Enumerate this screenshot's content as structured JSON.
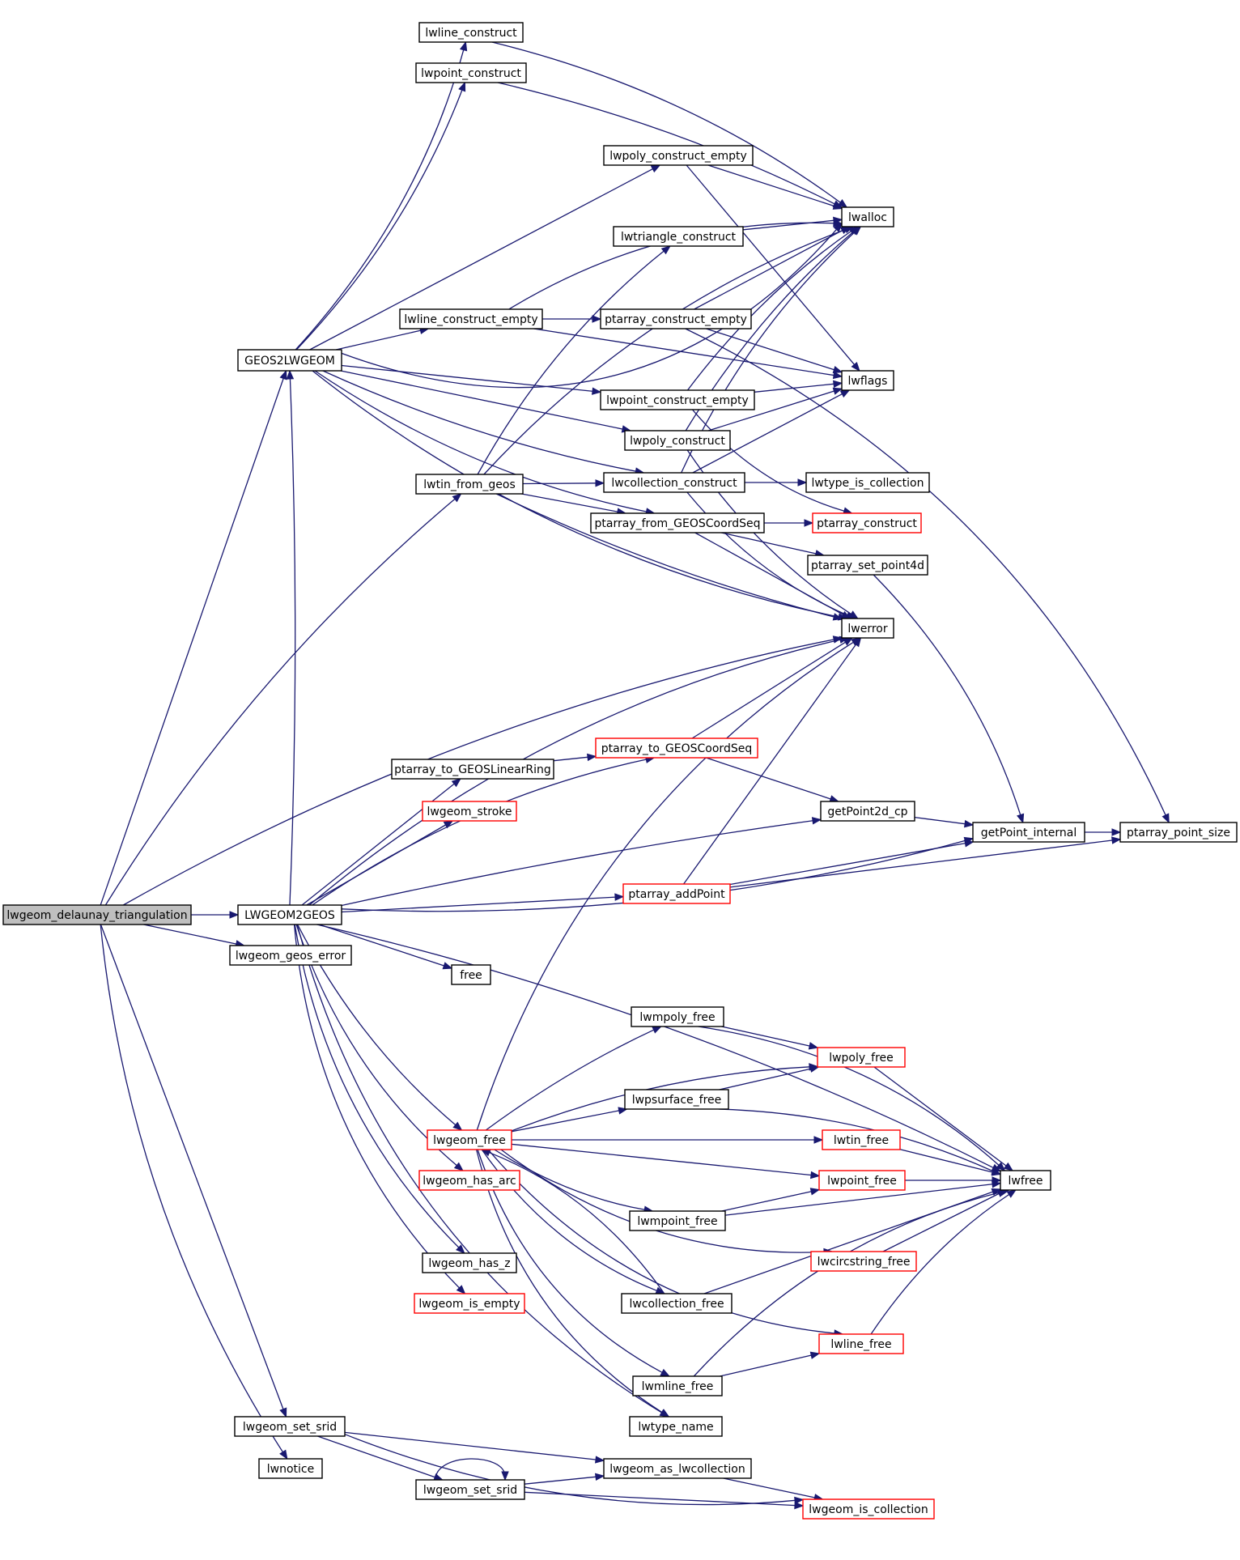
{
  "nodes": [
    {
      "id": "lwgeom_delaunay_triangulation",
      "label": "lwgeom_delaunay_triangulation",
      "root": true
    },
    {
      "id": "GEOS2LWGEOM",
      "label": "GEOS2LWGEOM"
    },
    {
      "id": "LWGEOM2GEOS",
      "label": "LWGEOM2GEOS"
    },
    {
      "id": "lwgeom_geos_error",
      "label": "lwgeom_geos_error"
    },
    {
      "id": "lwgeom_set_srid_a",
      "label": "lwgeom_set_srid"
    },
    {
      "id": "lwnotice",
      "label": "lwnotice"
    },
    {
      "id": "lwtin_from_geos",
      "label": "lwtin_from_geos"
    },
    {
      "id": "lwline_construct",
      "label": "lwline_construct"
    },
    {
      "id": "lwpoint_construct",
      "label": "lwpoint_construct"
    },
    {
      "id": "lwpoly_construct_empty",
      "label": "lwpoly_construct_empty"
    },
    {
      "id": "lwtriangle_construct",
      "label": "lwtriangle_construct"
    },
    {
      "id": "lwline_construct_empty",
      "label": "lwline_construct_empty"
    },
    {
      "id": "ptarray_construct_empty",
      "label": "ptarray_construct_empty"
    },
    {
      "id": "lwpoint_construct_empty",
      "label": "lwpoint_construct_empty"
    },
    {
      "id": "lwpoly_construct",
      "label": "lwpoly_construct"
    },
    {
      "id": "lwcollection_construct",
      "label": "lwcollection_construct"
    },
    {
      "id": "ptarray_from_GEOSCoordSeq",
      "label": "ptarray_from_GEOSCoordSeq"
    },
    {
      "id": "lwalloc",
      "label": "lwalloc"
    },
    {
      "id": "lwflags",
      "label": "lwflags"
    },
    {
      "id": "lwtype_is_collection",
      "label": "lwtype_is_collection"
    },
    {
      "id": "ptarray_construct",
      "label": "ptarray_construct",
      "red": true
    },
    {
      "id": "ptarray_set_point4d",
      "label": "ptarray_set_point4d"
    },
    {
      "id": "lwerror",
      "label": "lwerror"
    },
    {
      "id": "ptarray_to_GEOSCoordSeq",
      "label": "ptarray_to_GEOSCoordSeq",
      "red": true
    },
    {
      "id": "ptarray_to_GEOSLinearRing",
      "label": "ptarray_to_GEOSLinearRing"
    },
    {
      "id": "lwgeom_stroke",
      "label": "lwgeom_stroke",
      "red": true
    },
    {
      "id": "getPoint2d_cp",
      "label": "getPoint2d_cp"
    },
    {
      "id": "getPoint_internal",
      "label": "getPoint_internal"
    },
    {
      "id": "ptarray_point_size",
      "label": "ptarray_point_size"
    },
    {
      "id": "ptarray_addPoint",
      "label": "ptarray_addPoint",
      "red": true
    },
    {
      "id": "free",
      "label": "free"
    },
    {
      "id": "lwmpoly_free",
      "label": "lwmpoly_free"
    },
    {
      "id": "lwpoly_free",
      "label": "lwpoly_free",
      "red": true
    },
    {
      "id": "lwpsurface_free",
      "label": "lwpsurface_free"
    },
    {
      "id": "lwgeom_free",
      "label": "lwgeom_free",
      "red": true
    },
    {
      "id": "lwtin_free",
      "label": "lwtin_free",
      "red": true
    },
    {
      "id": "lwfree",
      "label": "lwfree"
    },
    {
      "id": "lwpoint_free",
      "label": "lwpoint_free",
      "red": true
    },
    {
      "id": "lwgeom_has_arc",
      "label": "lwgeom_has_arc",
      "red": true
    },
    {
      "id": "lwmpoint_free",
      "label": "lwmpoint_free"
    },
    {
      "id": "lwcircstring_free",
      "label": "lwcircstring_free",
      "red": true
    },
    {
      "id": "lwgeom_has_z",
      "label": "lwgeom_has_z"
    },
    {
      "id": "lwcollection_free",
      "label": "lwcollection_free"
    },
    {
      "id": "lwgeom_is_empty",
      "label": "lwgeom_is_empty",
      "red": true
    },
    {
      "id": "lwline_free",
      "label": "lwline_free",
      "red": true
    },
    {
      "id": "lwmline_free",
      "label": "lwmline_free"
    },
    {
      "id": "lwtype_name",
      "label": "lwtype_name"
    },
    {
      "id": "lwgeom_as_lwcollection",
      "label": "lwgeom_as_lwcollection"
    },
    {
      "id": "lwgeom_set_srid_b",
      "label": "lwgeom_set_srid"
    },
    {
      "id": "lwgeom_is_collection",
      "label": "lwgeom_is_collection",
      "red": true
    }
  ],
  "edges": [
    [
      "lwgeom_delaunay_triangulation",
      "GEOS2LWGEOM"
    ],
    [
      "lwgeom_delaunay_triangulation",
      "LWGEOM2GEOS"
    ],
    [
      "lwgeom_delaunay_triangulation",
      "lwgeom_geos_error"
    ],
    [
      "lwgeom_delaunay_triangulation",
      "lwgeom_set_srid_a"
    ],
    [
      "lwgeom_delaunay_triangulation",
      "lwnotice"
    ],
    [
      "lwgeom_delaunay_triangulation",
      "lwtin_from_geos"
    ],
    [
      "lwgeom_delaunay_triangulation",
      "lwerror"
    ],
    [
      "GEOS2LWGEOM",
      "lwline_construct"
    ],
    [
      "GEOS2LWGEOM",
      "lwpoint_construct"
    ],
    [
      "GEOS2LWGEOM",
      "lwalloc"
    ],
    [
      "GEOS2LWGEOM",
      "lwpoly_construct_empty"
    ],
    [
      "GEOS2LWGEOM",
      "lwline_construct_empty"
    ],
    [
      "GEOS2LWGEOM",
      "lwpoint_construct_empty"
    ],
    [
      "GEOS2LWGEOM",
      "lwpoly_construct"
    ],
    [
      "GEOS2LWGEOM",
      "lwcollection_construct"
    ],
    [
      "GEOS2LWGEOM",
      "ptarray_from_GEOSCoordSeq"
    ],
    [
      "GEOS2LWGEOM",
      "lwerror"
    ],
    [
      "lwline_construct",
      "lwalloc"
    ],
    [
      "lwpoint_construct",
      "lwalloc"
    ],
    [
      "lwpoly_construct_empty",
      "lwalloc"
    ],
    [
      "lwpoly_construct_empty",
      "lwflags"
    ],
    [
      "lwtriangle_construct",
      "lwalloc"
    ],
    [
      "lwline_construct_empty",
      "lwalloc"
    ],
    [
      "lwline_construct_empty",
      "ptarray_construct_empty"
    ],
    [
      "lwline_construct_empty",
      "lwflags"
    ],
    [
      "ptarray_construct_empty",
      "lwalloc"
    ],
    [
      "ptarray_construct_empty",
      "lwflags"
    ],
    [
      "ptarray_construct_empty",
      "ptarray_point_size"
    ],
    [
      "lwpoint_construct_empty",
      "lwalloc"
    ],
    [
      "lwpoint_construct_empty",
      "lwflags"
    ],
    [
      "lwpoint_construct_empty",
      "ptarray_construct"
    ],
    [
      "lwpoly_construct",
      "lwalloc"
    ],
    [
      "lwpoly_construct",
      "lwflags"
    ],
    [
      "lwpoly_construct",
      "lwerror"
    ],
    [
      "lwcollection_construct",
      "lwalloc"
    ],
    [
      "lwcollection_construct",
      "lwflags"
    ],
    [
      "lwcollection_construct",
      "lwtype_is_collection"
    ],
    [
      "lwcollection_construct",
      "lwerror"
    ],
    [
      "lwtin_from_geos",
      "lwtriangle_construct"
    ],
    [
      "lwtin_from_geos",
      "lwalloc"
    ],
    [
      "lwtin_from_geos",
      "lwcollection_construct"
    ],
    [
      "lwtin_from_geos",
      "ptarray_from_GEOSCoordSeq"
    ],
    [
      "lwtin_from_geos",
      "lwerror"
    ],
    [
      "ptarray_from_GEOSCoordSeq",
      "ptarray_construct"
    ],
    [
      "ptarray_from_GEOSCoordSeq",
      "ptarray_set_point4d"
    ],
    [
      "ptarray_from_GEOSCoordSeq",
      "lwerror"
    ],
    [
      "ptarray_set_point4d",
      "getPoint_internal"
    ],
    [
      "getPoint_internal",
      "ptarray_point_size"
    ],
    [
      "LWGEOM2GEOS",
      "GEOS2LWGEOM"
    ],
    [
      "LWGEOM2GEOS",
      "lwerror"
    ],
    [
      "LWGEOM2GEOS",
      "ptarray_to_GEOSCoordSeq"
    ],
    [
      "LWGEOM2GEOS",
      "ptarray_to_GEOSLinearRing"
    ],
    [
      "LWGEOM2GEOS",
      "lwgeom_stroke"
    ],
    [
      "LWGEOM2GEOS",
      "getPoint2d_cp"
    ],
    [
      "LWGEOM2GEOS",
      "ptarray_addPoint"
    ],
    [
      "LWGEOM2GEOS",
      "getPoint_internal"
    ],
    [
      "LWGEOM2GEOS",
      "free"
    ],
    [
      "LWGEOM2GEOS",
      "lwfree"
    ],
    [
      "LWGEOM2GEOS",
      "lwgeom_free"
    ],
    [
      "LWGEOM2GEOS",
      "lwgeom_has_arc"
    ],
    [
      "LWGEOM2GEOS",
      "lwgeom_has_z"
    ],
    [
      "LWGEOM2GEOS",
      "lwgeom_is_empty"
    ],
    [
      "LWGEOM2GEOS",
      "lwtype_name"
    ],
    [
      "ptarray_to_GEOSLinearRing",
      "ptarray_to_GEOSCoordSeq"
    ],
    [
      "ptarray_to_GEOSCoordSeq",
      "lwerror"
    ],
    [
      "ptarray_to_GEOSCoordSeq",
      "getPoint2d_cp"
    ],
    [
      "getPoint2d_cp",
      "getPoint_internal"
    ],
    [
      "ptarray_addPoint",
      "lwerror"
    ],
    [
      "ptarray_addPoint",
      "getPoint_internal"
    ],
    [
      "ptarray_addPoint",
      "ptarray_point_size"
    ],
    [
      "lwgeom_free",
      "lwerror"
    ],
    [
      "lwgeom_free",
      "lwmpoly_free"
    ],
    [
      "lwgeom_free",
      "lwpoly_free"
    ],
    [
      "lwgeom_free",
      "lwpsurface_free"
    ],
    [
      "lwgeom_free",
      "lwtin_free"
    ],
    [
      "lwgeom_free",
      "lwpoint_free"
    ],
    [
      "lwgeom_free",
      "lwmpoint_free"
    ],
    [
      "lwgeom_free",
      "lwcircstring_free"
    ],
    [
      "lwgeom_free",
      "lwcollection_free"
    ],
    [
      "lwgeom_free",
      "lwline_free"
    ],
    [
      "lwgeom_free",
      "lwmline_free"
    ],
    [
      "lwgeom_free",
      "lwtype_name"
    ],
    [
      "lwmpoly_free",
      "lwpoly_free"
    ],
    [
      "lwmpoly_free",
      "lwfree"
    ],
    [
      "lwpsurface_free",
      "lwpoly_free"
    ],
    [
      "lwpsurface_free",
      "lwfree"
    ],
    [
      "lwpoly_free",
      "lwfree"
    ],
    [
      "lwtin_free",
      "lwfree"
    ],
    [
      "lwpoint_free",
      "lwfree"
    ],
    [
      "lwmpoint_free",
      "lwpoint_free"
    ],
    [
      "lwmpoint_free",
      "lwfree"
    ],
    [
      "lwcircstring_free",
      "lwfree"
    ],
    [
      "lwcollection_free",
      "lwgeom_free"
    ],
    [
      "lwcollection_free",
      "lwfree"
    ],
    [
      "lwline_free",
      "lwfree"
    ],
    [
      "lwmline_free",
      "lwline_free"
    ],
    [
      "lwmline_free",
      "lwfree"
    ],
    [
      "lwgeom_set_srid_a",
      "lwgeom_as_lwcollection"
    ],
    [
      "lwgeom_set_srid_a",
      "lwgeom_set_srid_b"
    ],
    [
      "lwgeom_set_srid_a",
      "lwgeom_is_collection"
    ],
    [
      "lwgeom_set_srid_b",
      "lwgeom_set_srid_b"
    ],
    [
      "lwgeom_set_srid_b",
      "lwgeom_as_lwcollection"
    ],
    [
      "lwgeom_set_srid_b",
      "lwgeom_is_collection"
    ],
    [
      "lwgeom_as_lwcollection",
      "lwgeom_is_collection"
    ]
  ]
}
